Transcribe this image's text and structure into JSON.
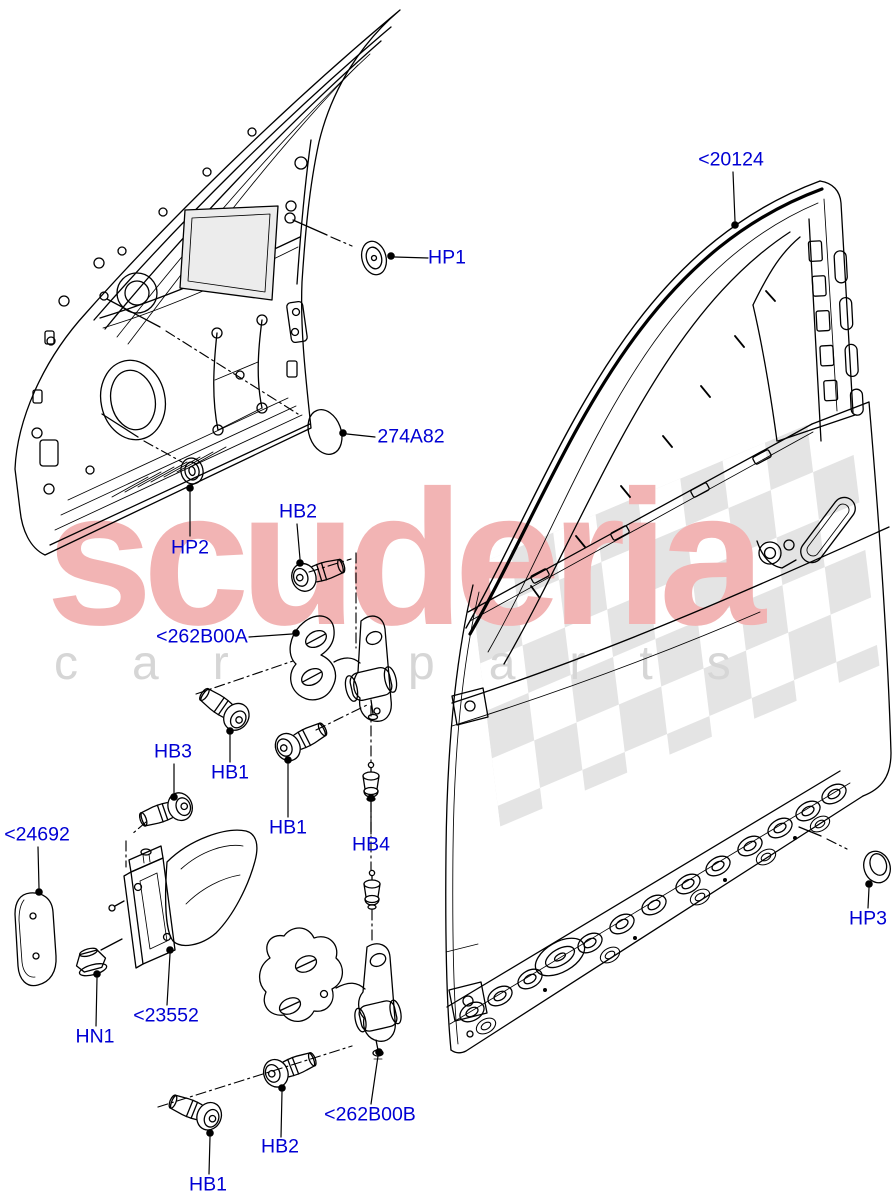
{
  "theme": {
    "bg": "#ffffff",
    "line_color": "#1a1a1a",
    "label_color": "#0000d4",
    "brand_color": "#f2b4b4",
    "tagline_color": "#d6d6d6",
    "flag_color": "#e4e4e4"
  },
  "watermark": {
    "brand": "scuderia",
    "tagline": "car parts"
  },
  "labels": {
    "p20124": "<20124",
    "hp1": "HP1",
    "p274a82": "274A82",
    "hp2": "HP2",
    "hb2_a": "HB2",
    "p262b00a": "<262B00A",
    "hb3": "HB3",
    "hb1_a": "HB1",
    "hb1_b": "HB1",
    "hb4": "HB4",
    "p24692": "<24692",
    "p23552": "<23552",
    "hn1": "HN1",
    "hb1_c": "HB1",
    "hb2_b": "HB2",
    "p262b00b": "<262B00B",
    "hp3": "HP3"
  }
}
